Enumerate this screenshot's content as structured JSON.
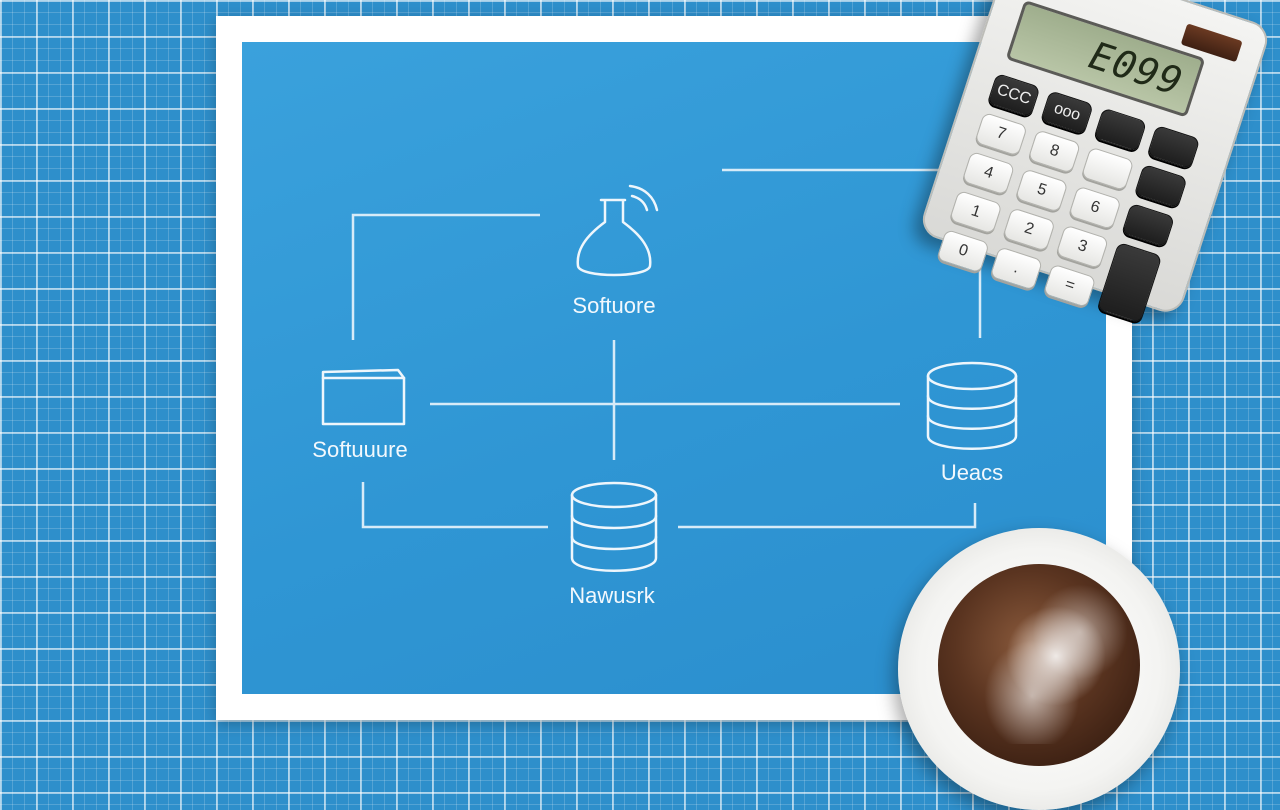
{
  "diagram": {
    "nodes": {
      "top": {
        "label": "Softuore",
        "icon": "flask-wifi-icon"
      },
      "left": {
        "label": "Softuuure",
        "icon": "folder-icon"
      },
      "right": {
        "label": "Ueacs",
        "icon": "database-icon"
      },
      "bottom": {
        "label": "Nawusrk",
        "icon": "database-icon"
      }
    }
  },
  "calculator": {
    "display": "E099",
    "keys": [
      "CCC",
      "ooo",
      "",
      "",
      "7",
      "8",
      "",
      "",
      "4",
      "5",
      "6",
      "",
      "1",
      "2",
      "3",
      "",
      "0",
      ".",
      "=",
      ""
    ]
  },
  "colors": {
    "background": "#2e8fcb",
    "panel": "#2f96d4",
    "board": "#ffffff",
    "line": "#d7ebf8"
  }
}
